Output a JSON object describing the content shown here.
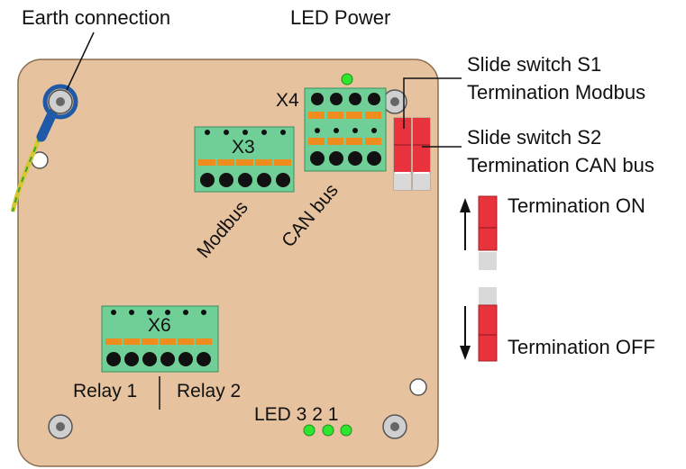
{
  "labels": {
    "earth_connection": "Earth connection",
    "led_power": "LED Power",
    "s1_line1": "Slide switch S1",
    "s1_line2": "Termination Modbus",
    "s2_line1": "Slide switch S2",
    "s2_line2": "Termination CAN bus",
    "termination_on": "Termination ON",
    "termination_off": "Termination OFF",
    "x3": "X3",
    "x4": "X4",
    "x6": "X6",
    "modbus": "Modbus",
    "can_bus": "CAN bus",
    "relay1": "Relay 1",
    "relay2": "Relay 2",
    "led_321": "LED 3 2 1"
  },
  "colors": {
    "board": "#e6c29f",
    "board_outline": "#8a6d4e",
    "terminal_green": "#6fcf97",
    "terminal_orange": "#f08c1e",
    "led_green": "#2ee62e",
    "switch_red": "#e8333c",
    "switch_grey": "#d9d9d9",
    "earth_wire": "#d6c830",
    "ring_lug": "#1e5aa8"
  }
}
